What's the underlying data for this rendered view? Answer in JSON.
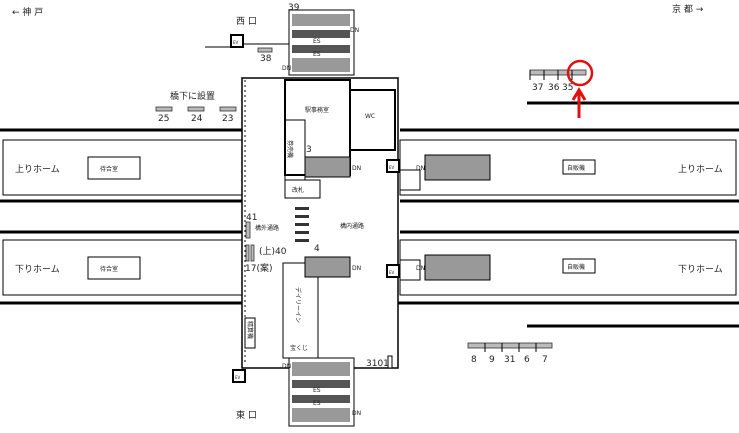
{
  "directions": {
    "west": "← 神 戸",
    "east": "京 都 →"
  },
  "exits": {
    "west": "西 口",
    "east": "東 口"
  },
  "platforms": {
    "up": "上りホーム",
    "down": "下りホーム"
  },
  "rooms": {
    "office": "駅事務室",
    "wc": "WC",
    "ticket_machine": "券売機",
    "gate": "改札",
    "outside_passage": "構外通路",
    "inside_passage": "構内通路",
    "waiting_room": "待合室",
    "vending": "自販機",
    "daily_in": "デイリーイン",
    "lottery": "宝くじ",
    "fare_adjust": "精算機",
    "under_bridge": "橋下に設置"
  },
  "labels": {
    "dn": "DN",
    "es": "ES",
    "ev": "EV"
  },
  "numbers": {
    "n39": "39",
    "n38": "38",
    "n25": "25",
    "n24": "24",
    "n23": "23",
    "n37": "37",
    "n36": "36",
    "n35": "35",
    "n3": "3",
    "n4": "4",
    "n41": "41",
    "n40": "(上)40",
    "n17": "17(案)",
    "n3101": "3101",
    "n8": "8",
    "n9": "9",
    "n31": "31",
    "n6": "6",
    "n7": "7"
  },
  "highlight_color": "#e01010"
}
